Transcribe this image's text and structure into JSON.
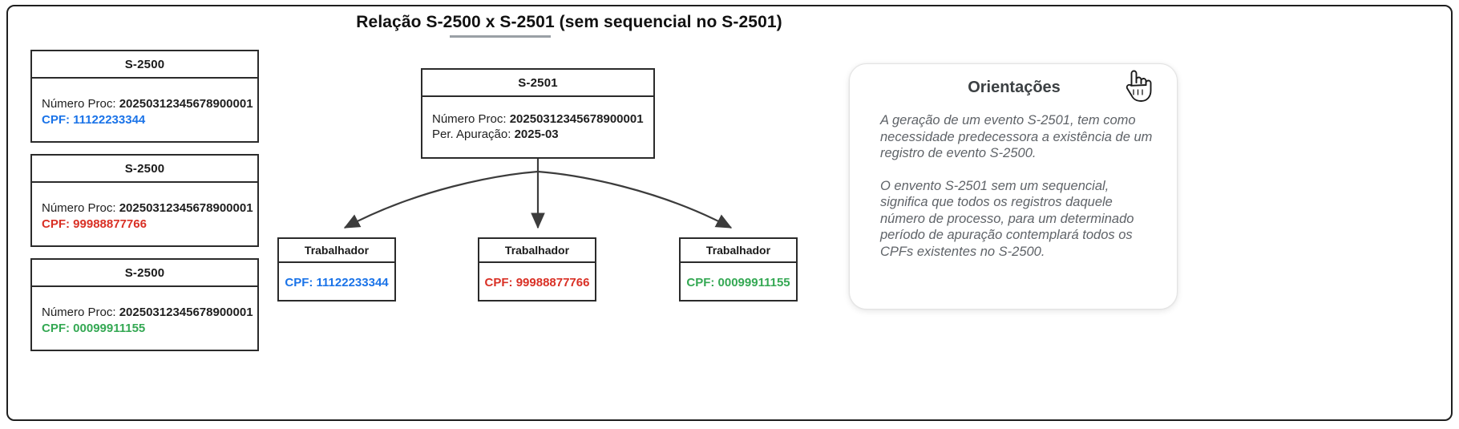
{
  "page": {
    "title": "Relação S-2500 x S-2501 (sem sequencial no S-2501)"
  },
  "colors": {
    "cpf_blue": "#1a73e8",
    "cpf_red": "#d93025",
    "cpf_green": "#34a853",
    "border": "#2b2b2b",
    "title_underline": "#9aa0a6",
    "orient_text": "#5f6368"
  },
  "left_column": {
    "boxes": [
      {
        "header": "S-2500",
        "proc_label": "Número Proc:",
        "proc_value": "20250312345678900001",
        "cpf_text": "CPF: 11122233344",
        "cpf_color": "#1a73e8"
      },
      {
        "header": "S-2500",
        "proc_label": "Número Proc:",
        "proc_value": "20250312345678900001",
        "cpf_text": "CPF: 99988877766",
        "cpf_color": "#d93025"
      },
      {
        "header": "S-2500",
        "proc_label": "Número Proc:",
        "proc_value": "20250312345678900001",
        "cpf_text": "CPF: 00099911155",
        "cpf_color": "#34a853"
      }
    ]
  },
  "center": {
    "event_box": {
      "header": "S-2501",
      "proc_label": "Número Proc:",
      "proc_value": "20250312345678900001",
      "period_label": "Per. Apuração:",
      "period_value": "2025-03"
    },
    "workers": [
      {
        "header": "Trabalhador",
        "cpf_text": "CPF: 11122233344",
        "cpf_color": "#1a73e8"
      },
      {
        "header": "Trabalhador",
        "cpf_text": "CPF: 99988877766",
        "cpf_color": "#d93025"
      },
      {
        "header": "Trabalhador",
        "cpf_text": "CPF: 00099911155",
        "cpf_color": "#34a853"
      }
    ]
  },
  "orientations": {
    "title": "Orientações",
    "paragraphs": [
      "A geração de um evento S-2501, tem como necessidade predecessora a existência de um registro de evento S-2500.",
      "O envento S-2501 sem um sequencial, significa que todos os registros daquele número de processo, para um determinado período de apuração contemplará todos os CPFs existentes no S-2500."
    ]
  },
  "cursor": {
    "icon": "hand-pointer-icon"
  }
}
